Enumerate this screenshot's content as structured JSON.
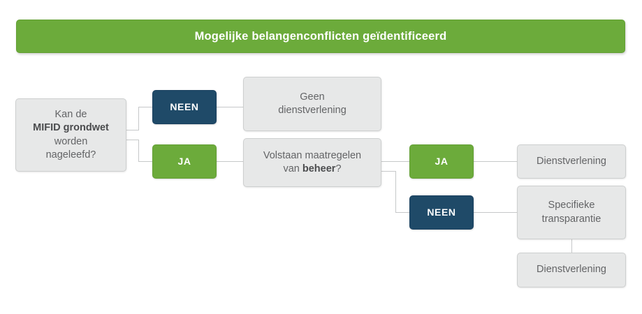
{
  "header": {
    "title": "Mogelijke belangenconflicten geïdentificeerd",
    "bg_color": "#6cab3b",
    "text_color": "#ffffff"
  },
  "palette": {
    "green": "#6cab3b",
    "navy": "#1f4a68",
    "gray_fill": "#e7e8e8",
    "gray_border": "#cdcfcf",
    "gray_text": "#636466",
    "connector": "#c6c8c9",
    "page_bg": "#ffffff"
  },
  "diagram": {
    "type": "flowchart",
    "orientation": "left-to-right",
    "nodes": [
      {
        "id": "q1",
        "kind": "decision",
        "style": "gray",
        "text_plain": "Kan de MIFID grondwet worden nageleefd?",
        "line1": "Kan de",
        "line2_bold": "MIFID grondwet",
        "line3": "worden",
        "line4": "nageleefd?"
      },
      {
        "id": "q1-no",
        "kind": "answer",
        "style": "navy",
        "label": "NEEN"
      },
      {
        "id": "q1-yes",
        "kind": "answer",
        "style": "green",
        "label": "JA"
      },
      {
        "id": "out-geen",
        "kind": "outcome",
        "style": "gray",
        "label": "Geen\ndienstverlening"
      },
      {
        "id": "q2",
        "kind": "decision",
        "style": "gray",
        "text_plain": "Volstaan maatregelen van beheer?",
        "line1": "Volstaan maatregelen",
        "line2_prefix": "van ",
        "line2_bold": "beheer",
        "line2_suffix": "?"
      },
      {
        "id": "q2-yes",
        "kind": "answer",
        "style": "green",
        "label": "JA"
      },
      {
        "id": "q2-no",
        "kind": "answer",
        "style": "navy",
        "label": "NEEN"
      },
      {
        "id": "out-dienst-1",
        "kind": "outcome",
        "style": "gray",
        "label": "Dienstverlening"
      },
      {
        "id": "out-transparantie",
        "kind": "outcome",
        "style": "gray",
        "label": "Specifieke\ntransparantie"
      },
      {
        "id": "out-dienst-2",
        "kind": "outcome",
        "style": "gray",
        "label": "Dienstverlening"
      }
    ],
    "edges": [
      {
        "from": "q1",
        "to": "q1-no"
      },
      {
        "from": "q1",
        "to": "q1-yes"
      },
      {
        "from": "q1-no",
        "to": "out-geen"
      },
      {
        "from": "q1-yes",
        "to": "q2"
      },
      {
        "from": "q2",
        "to": "q2-yes"
      },
      {
        "from": "q2",
        "to": "q2-no"
      },
      {
        "from": "q2-yes",
        "to": "out-dienst-1"
      },
      {
        "from": "q2-no",
        "to": "out-transparantie"
      },
      {
        "from": "out-transparantie",
        "to": "out-dienst-2"
      }
    ]
  }
}
